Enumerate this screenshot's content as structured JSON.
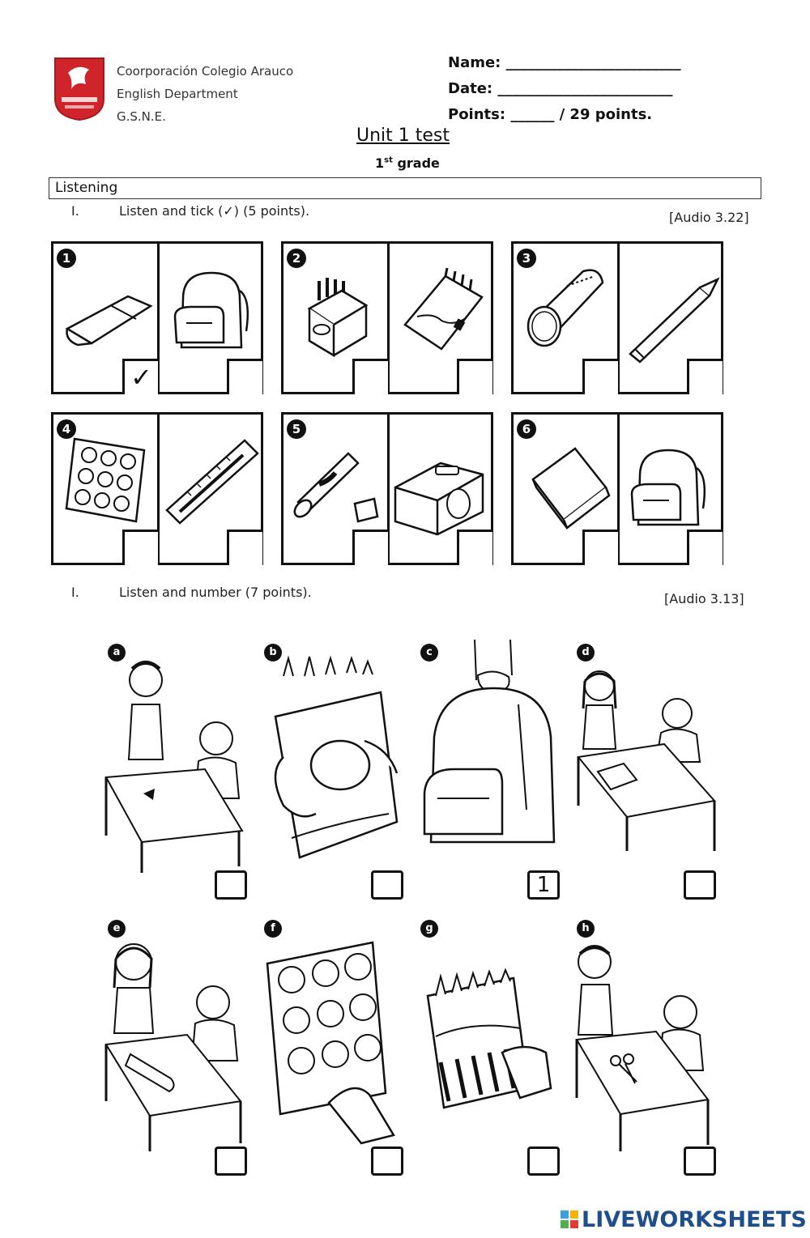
{
  "header": {
    "school": "Coorporación Colegio Arauco",
    "department": "English Department",
    "code": "G.S.N.E.",
    "name_label": "Name: ________________________",
    "date_label": "Date: ________________________",
    "points_label": "Points: ______ / 29 points."
  },
  "title": "Unit 1 test",
  "grade_num": "1",
  "grade_sup": "st",
  "grade_word": " grade",
  "section": "Listening",
  "exercise1": {
    "numeral": "I.",
    "instruction": "Listen and tick (✓) (5 points).",
    "audio": "[Audio 3.22]",
    "example_tick": "✓",
    "items": [
      {
        "num": "1",
        "left": "eraser-icon",
        "right": "backpack-icon"
      },
      {
        "num": "2",
        "left": "crayon-box-icon",
        "right": "crayon-pack-icon"
      },
      {
        "num": "3",
        "left": "pencil-case-icon",
        "right": "pencil-icon"
      },
      {
        "num": "4",
        "left": "sticker-sheet-icon",
        "right": "ruler-icon"
      },
      {
        "num": "5",
        "left": "glue-stick-icon",
        "right": "sharpener-icon"
      },
      {
        "num": "6",
        "left": "book-icon",
        "right": "backpack-icon"
      }
    ]
  },
  "exercise2": {
    "numeral": "I.",
    "instruction": "Listen and number (7 points).",
    "audio": "[Audio 3.13]",
    "items": [
      {
        "letter": "a",
        "answer": ""
      },
      {
        "letter": "b",
        "answer": ""
      },
      {
        "letter": "c",
        "answer": "1"
      },
      {
        "letter": "d",
        "answer": ""
      },
      {
        "letter": "e",
        "answer": ""
      },
      {
        "letter": "f",
        "answer": ""
      },
      {
        "letter": "g",
        "answer": ""
      },
      {
        "letter": "h",
        "answer": ""
      }
    ]
  },
  "footer": {
    "brand": "LIVEWORKSHEETS"
  },
  "colors": {
    "logo_red": "#d0242b",
    "brand_blue": "#1e4e8c"
  }
}
